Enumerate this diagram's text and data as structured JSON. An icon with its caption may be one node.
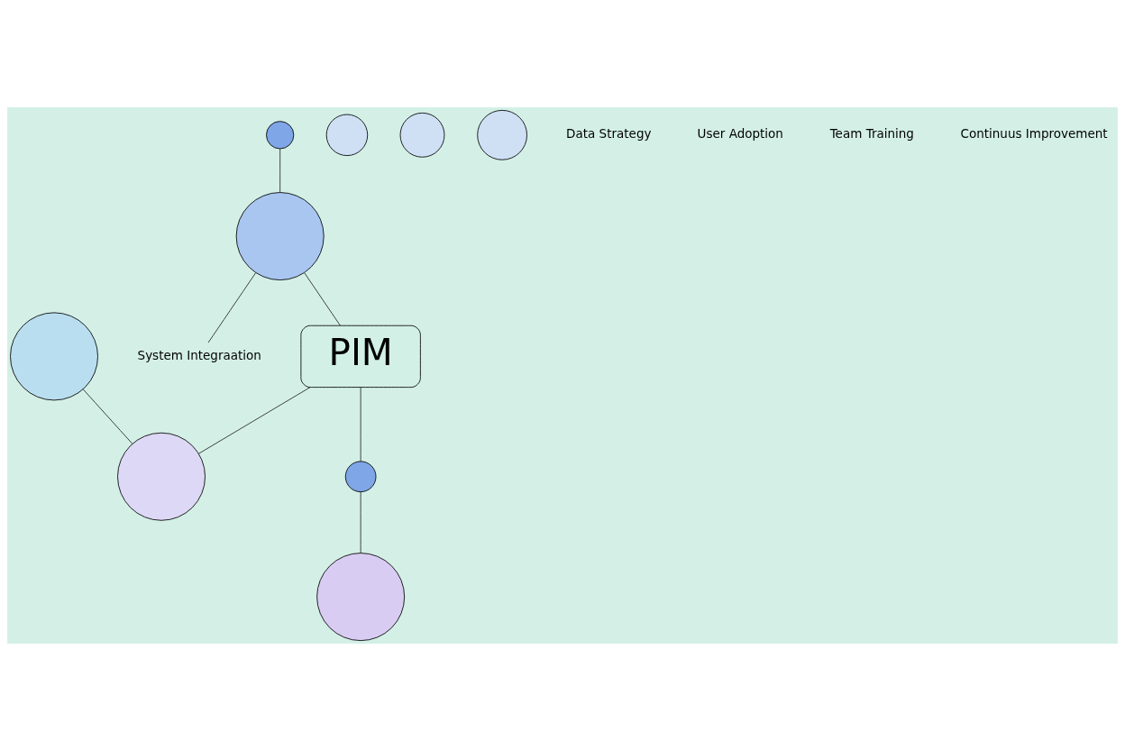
{
  "diagram": {
    "nodes": [
      {
        "text": [],
        "shape": "circle"
      },
      {
        "text": [
          "System Integraation"
        ]
      },
      {
        "text": [],
        "shape": "circle"
      },
      {
        "text": [],
        "shape": "circle"
      },
      {
        "text": [
          "PIM"
        ]
      },
      {
        "text": [],
        "shape": "circle"
      },
      {
        "text": [],
        "shape": "circle"
      },
      {
        "text": [],
        "shape": "circle"
      },
      {
        "text": [],
        "shape": "circle"
      },
      {
        "text": [],
        "shape": "circle"
      },
      {
        "text": [],
        "shape": "circle"
      }
    ],
    "edges": [
      {
        "from": 2,
        "to": 0,
        "arrow": "none"
      },
      {
        "from": 0,
        "to": 1,
        "arrow": "none"
      },
      {
        "from": 0,
        "to": 4,
        "arrow": "none"
      },
      {
        "from": 4,
        "to": 8,
        "arrow": "none"
      },
      {
        "from": 3,
        "to": 8,
        "arrow": "none"
      },
      {
        "from": 4,
        "to": 9,
        "arrow": "none"
      },
      {
        "from": 9,
        "to": 7,
        "arrow": "none"
      }
    ],
    "labels": [
      "Data Strategy",
      "User Adoption",
      "Team Training",
      "Continuus Improvement"
    ]
  }
}
